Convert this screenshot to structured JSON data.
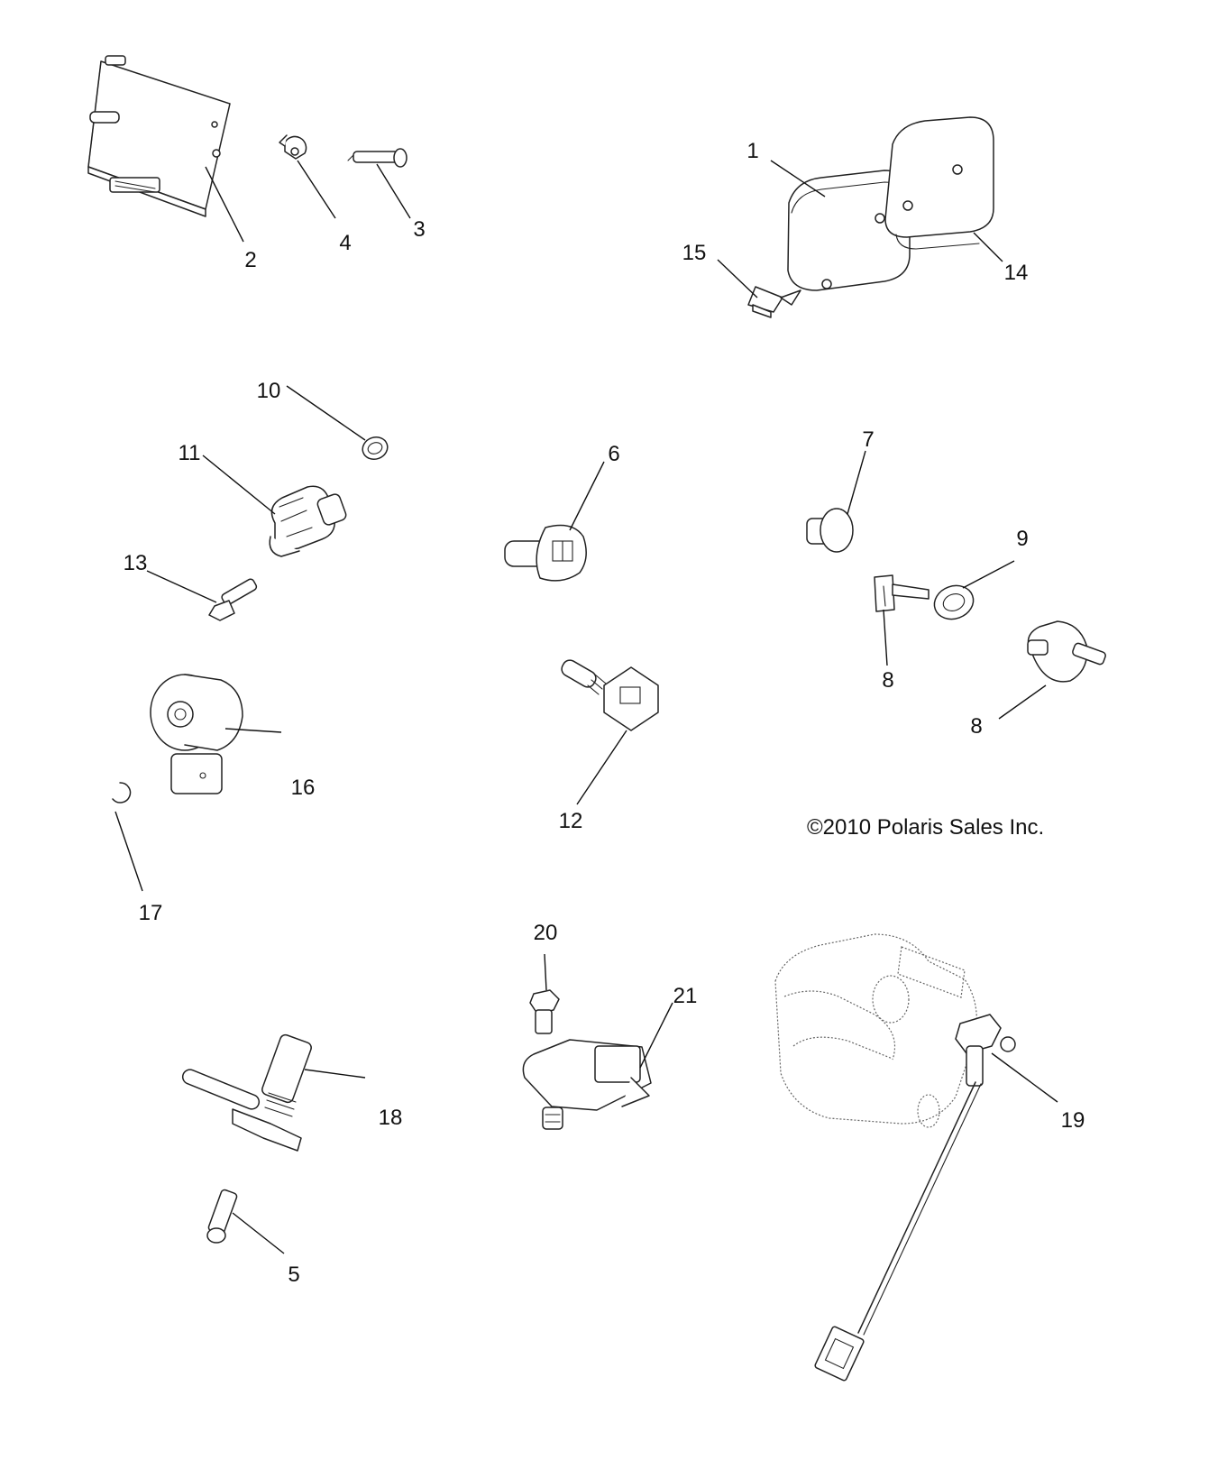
{
  "diagram": {
    "copyright": "©2010 Polaris Sales Inc.",
    "callouts": [
      "1",
      "2",
      "3",
      "4",
      "5",
      "6",
      "7",
      "8",
      "8",
      "9",
      "10",
      "11",
      "12",
      "13",
      "14",
      "15",
      "16",
      "17",
      "18",
      "19",
      "20",
      "21"
    ],
    "icons": [
      "ecu-module-icon",
      "cable-clamp-icon",
      "pin-icon",
      "cover-plate-icon",
      "screw-icon",
      "o-ring-icon",
      "cam-sensor-icon",
      "bolt-icon",
      "sensor-cap-icon",
      "fuse-cap-icon",
      "fuse-link-icon",
      "nut-icon",
      "elbow-sensor-icon",
      "temperature-sensor-icon",
      "knock-sensor-icon",
      "e-clip-icon",
      "speed-sensor-icon",
      "map-sensor-icon",
      "throttle-body-icon",
      "tps-harness-icon"
    ]
  }
}
